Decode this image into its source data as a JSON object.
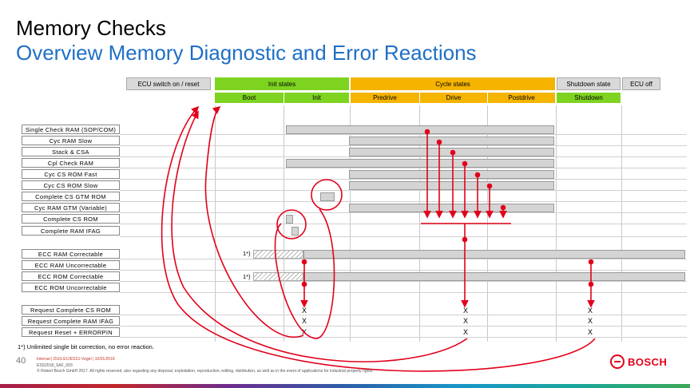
{
  "title": {
    "line1": "Memory Checks",
    "line2": "Overview Memory Diagnostic and Error Reactions"
  },
  "header": {
    "ecu_switch": "ECU switch on / reset",
    "init_states": "Init states",
    "cycle_states": "Cycle states",
    "shutdown_state": "Shutdown state",
    "ecu_off": "ECU off",
    "boot": "Boot",
    "init": "Init",
    "predrive": "Predrive",
    "drive": "Drive",
    "postdrive": "Postdrive",
    "shutdown": "Shutdown"
  },
  "rows": [
    "Single Check RAM (SOP/COM)",
    "Cyc RAM Slow",
    "Stack & CSA",
    "Cpl Check RAM",
    "Cyc CS ROM Fast",
    "Cyc CS ROM Slow",
    "Complete CS GTM ROM",
    "Cyc RAM GTM (Variable)",
    "Complete CS ROM",
    "Complete RAM IFAG"
  ],
  "ecc_rows": [
    "ECC RAM Correctable",
    "ECC RAM Uncorrectable",
    "ECC ROM Correctable",
    "ECC ROM Uncorrectable"
  ],
  "request_rows": [
    "Request Complete CS ROM",
    "Request Complete RAM IFAG",
    "Request Reset + ERRORPIN"
  ],
  "marks": {
    "footnote_ref": "1*)",
    "x": "X"
  },
  "footnote": "1*) Unlimited single bit correction, no error reaction.",
  "page_number": "40",
  "footer": {
    "line1": "Internal | DGS-EC/ESS1-Vogel | 10/01/2018",
    "line2": "ESS2018_SAF_003",
    "line3": "© Robert Bosch GmbH 2017. All rights reserved, also regarding any disposal, exploitation, reproduction, editing, distribution, as well as in the event of applications for industrial property rights."
  },
  "brand": "BOSCH",
  "colors": {
    "green": "#7ed321",
    "yellow": "#f5b400",
    "blue_title": "#1f6fc5",
    "red": "#e2001a"
  }
}
